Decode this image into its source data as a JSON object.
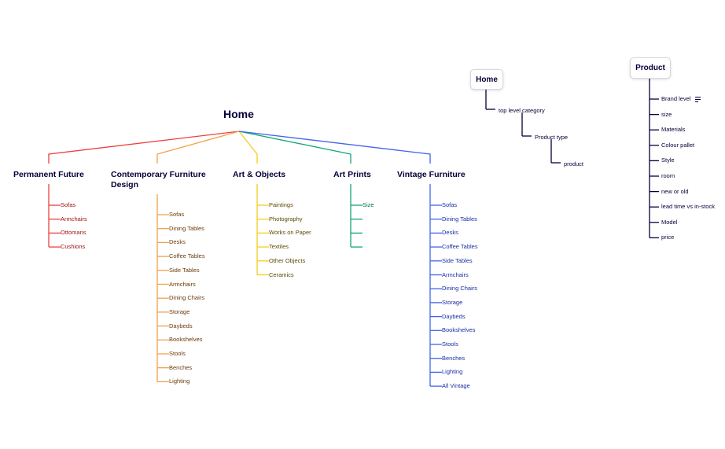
{
  "root": "Home",
  "branches": [
    {
      "label": "Permanent Future",
      "color": "#e9423f",
      "text_color": "#9b0f0f",
      "items": [
        "Sofas",
        "Armchairs",
        "Ottomans",
        "Cushions"
      ]
    },
    {
      "label_line1": "Contemporary Furniture",
      "label_line2": "Design",
      "color": "#f5a04a",
      "text_color": "#6b3b0a",
      "items": [
        "Sofas",
        "Dining Tables",
        "Desks",
        "Coffee Tables",
        "Side Tables",
        "Armchairs",
        "Dining Chairs",
        "Storage",
        "Daybeds",
        "Bookshelves",
        "Stools",
        "Benches",
        "Lighting"
      ]
    },
    {
      "label": "Art & Objects",
      "color": "#f4cd1f",
      "text_color": "#5c4a00",
      "items": [
        "Paintings",
        "Photography",
        "Works on Paper",
        "Textiles",
        "Other Objects",
        "Ceramics"
      ]
    },
    {
      "label": "Art Prints",
      "color": "#12a773",
      "text_color": "#0a6e47",
      "items": [
        "Size"
      ]
    },
    {
      "label": "Vintage Furniture",
      "color": "#4263eb",
      "text_color": "#1a2ea0",
      "items": [
        "Sofas",
        "Dining Tables",
        "Desks",
        "Coffee Tables",
        "Side Tables",
        "Armchairs",
        "Dining Chairs",
        "Storage",
        "Daybeds",
        "Bookshelves",
        "Stools",
        "Benches",
        "Lighting",
        "All Vintage"
      ]
    }
  ],
  "home_tree": {
    "title": "Home",
    "level1": "top level category",
    "level2": "Product type",
    "level3": "product"
  },
  "product_tree": {
    "title": "Product",
    "attributes": [
      "Brand level",
      "size",
      "Materials",
      "Colour pallet",
      "Style",
      "room",
      "new or old",
      "lead time vs in-stock",
      "Model",
      "price"
    ],
    "attribute_icon": "menu-lines-icon"
  }
}
